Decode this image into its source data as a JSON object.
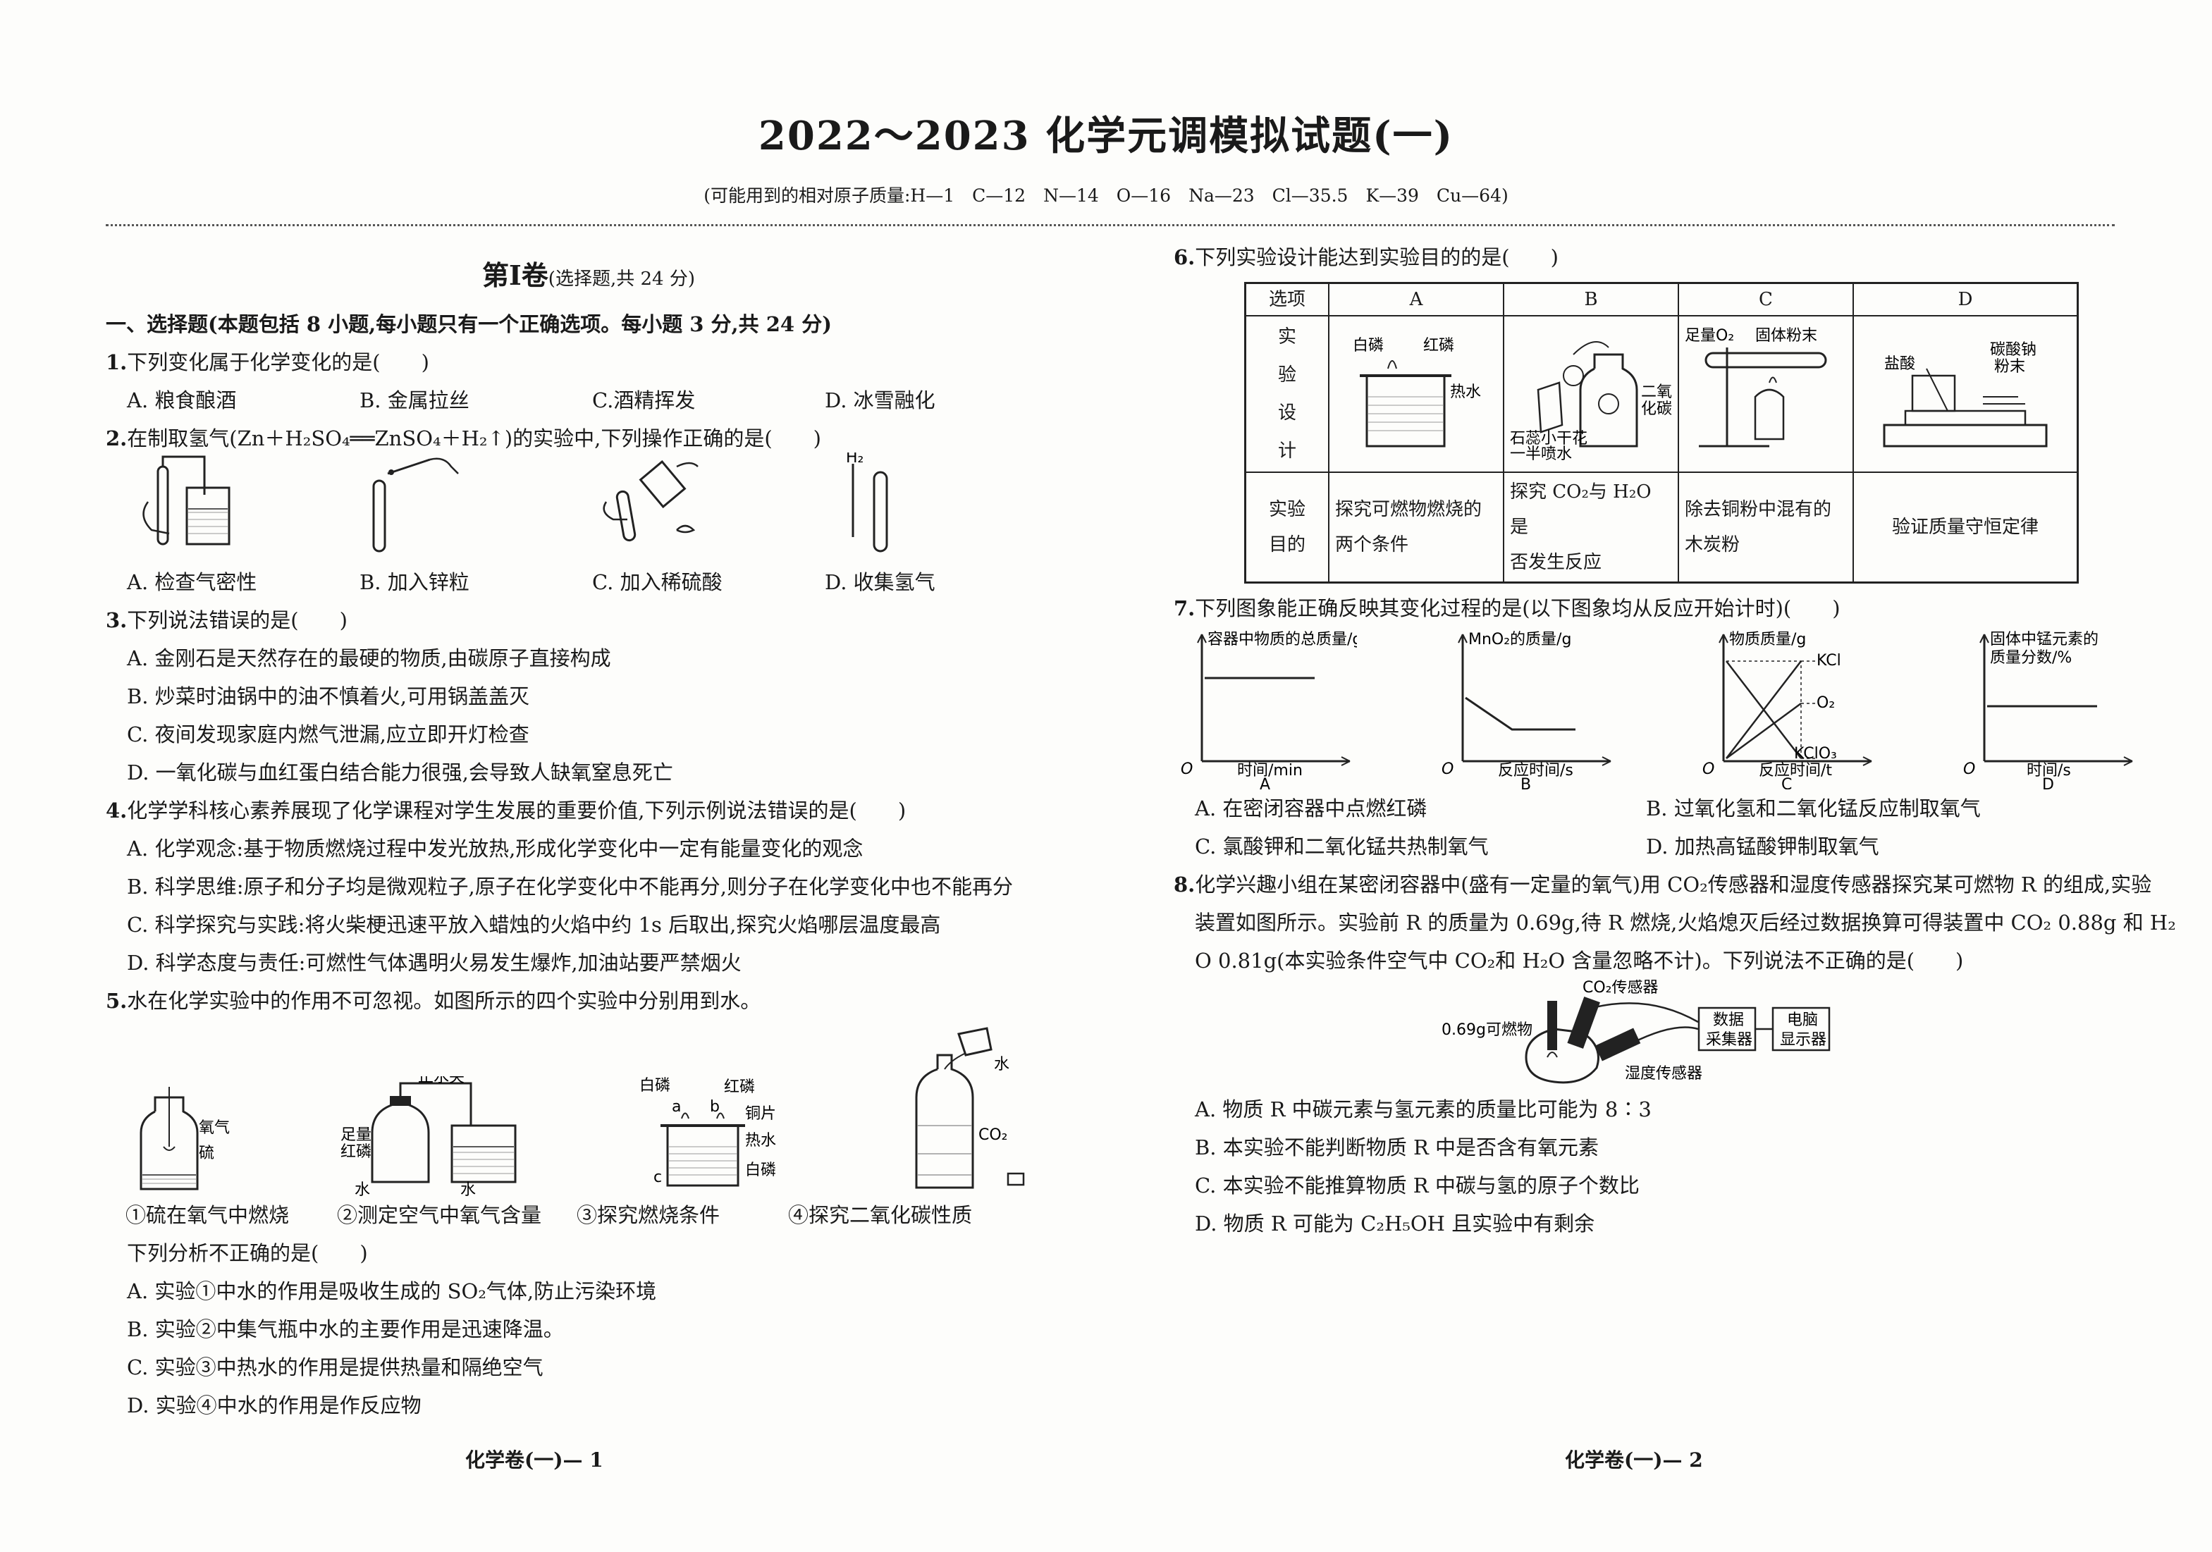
{
  "header": {
    "title": "2022～2023 化学元调模拟试题(一)",
    "atomic_masses": "(可能用到的相对原子质量:H—1　C—12　N—14　O—16　Na—23　Cl—35.5　K—39　Cu—64)"
  },
  "part1": {
    "title": "第Ⅰ卷",
    "subtitle": "(选择题,共 24 分)",
    "section": "一、选择题(本题包括 8 小题,每小题只有一个正确选项。每小题 3 分,共 24 分)"
  },
  "q1": {
    "num": "1.",
    "stem": "下列变化属于化学变化的是(　　)",
    "options": [
      "A. 粮食酿酒",
      "B. 金属拉丝",
      "C.酒精挥发",
      "D. 冰雪融化"
    ]
  },
  "q2": {
    "num": "2.",
    "stem": "在制取氢气(Zn＋H₂SO₄══ZnSO₄＋H₂↑)的实验中,下列操作正确的是(　　)",
    "options": [
      "A. 检查气密性",
      "B. 加入锌粒",
      "C. 加入稀硫酸",
      "D. 收集氢气"
    ],
    "fig_label_h2": "H₂"
  },
  "q3": {
    "num": "3.",
    "stem": "下列说法错误的是(　　)",
    "options": [
      "A. 金刚石是天然存在的最硬的物质,由碳原子直接构成",
      "B. 炒菜时油锅中的油不慎着火,可用锅盖盖灭",
      "C. 夜间发现家庭内燃气泄漏,应立即开灯检查",
      "D. 一氧化碳与血红蛋白结合能力很强,会导致人缺氧窒息死亡"
    ]
  },
  "q4": {
    "num": "4.",
    "stem": "化学学科核心素养展现了化学课程对学生发展的重要价值,下列示例说法错误的是(　　)",
    "options": [
      "A. 化学观念:基于物质燃烧过程中发光放热,形成化学变化中一定有能量变化的观念",
      "B. 科学思维:原子和分子均是微观粒子,原子在化学变化中不能再分,则分子在化学变化中也不能再分",
      "C. 科学探究与实践:将火柴梗迅速平放入蜡烛的火焰中约 1s 后取出,探究火焰哪层温度最高",
      "D. 科学态度与责任:可燃性气体遇明火易发生爆炸,加油站要严禁烟火"
    ]
  },
  "q5": {
    "num": "5.",
    "stem": "水在化学实验中的作用不可忽视。如图所示的四个实验中分别用到水。",
    "fig_captions": [
      "①硫在氧气中燃烧",
      "②测定空气中氧气含量",
      "③探究燃烧条件",
      "④探究二氧化碳性质"
    ],
    "fig_labels": {
      "oxygen": "氧气",
      "sulfur": "硫",
      "clamp": "止水夹",
      "enough": "足量",
      "red_p": "红磷",
      "water": "水",
      "white_p": "白磷",
      "copper": "铜片",
      "hot_water": "热水",
      "co2": "CO₂",
      "a": "a",
      "b": "b",
      "c": "c"
    },
    "sub_stem": "下列分析不正确的是(　　)",
    "options": [
      "A. 实验①中水的作用是吸收生成的 SO₂气体,防止污染环境",
      "B. 实验②中集气瓶中水的主要作用是迅速降温。",
      "C. 实验③中热水的作用是提供热量和隔绝空气",
      "D. 实验④中水的作用是作反应物"
    ]
  },
  "q6": {
    "num": "6.",
    "stem": "下列实验设计能达到实验目的的是(　　)",
    "table": {
      "header": [
        "选项",
        "A",
        "B",
        "C",
        "D"
      ],
      "row1_label": "实验设计",
      "row1_label_chars": [
        "实",
        "验",
        "设",
        "计"
      ],
      "fig_labels": {
        "white_p": "白磷",
        "red_p": "红磷",
        "hot_water": "热水",
        "flower": "石蕊小干花一半喷水",
        "flower1": "石蕊小干花",
        "flower2": "一半喷水",
        "co2": "二氧化碳",
        "co2_1": "二氧",
        "co2_2": "化碳",
        "o2": "足量O₂",
        "powder": "固体粉末",
        "hcl": "盐酸",
        "na2co3_1": "碳酸钠",
        "na2co3_2": "粉末"
      },
      "row2_label_chars": [
        "实验",
        "目的"
      ],
      "purposes": [
        "探究可燃物燃烧的两个条件",
        "探究 CO₂与 H₂O 是否发生反应",
        "除去铜粉中混有的木炭粉",
        "验证质量守恒定律"
      ],
      "purposes_lines": [
        [
          "探究可燃物燃烧的",
          "两个条件"
        ],
        [
          "探究 CO₂与 H₂O 是",
          "否发生反应"
        ],
        [
          "除去铜粉中混有的",
          "木炭粉"
        ],
        [
          "验证质量守恒定律"
        ]
      ]
    }
  },
  "q7": {
    "num": "7.",
    "stem": "下列图象能正确反映其变化过程的是(以下图象均从反应开始计时)(　　)",
    "graphs": [
      {
        "letter": "A",
        "ylabel": "容器中物质的总质量/g",
        "xlabel": "时间/min"
      },
      {
        "letter": "B",
        "ylabel": "MnO₂的质量/g",
        "xlabel": "反应时间/s"
      },
      {
        "letter": "C",
        "ylabel": "物质质量/g",
        "xlabel": "反应时间/t",
        "curves": [
          "KCl",
          "O₂",
          "KClO₃"
        ]
      },
      {
        "letter": "D",
        "ylabel": "固体中锰元素的质量分数/%",
        "ylabel1": "固体中锰元素的",
        "ylabel2": "质量分数/%",
        "xlabel": "时间/s"
      }
    ],
    "origin": "O",
    "options": [
      "A. 在密闭容器中点燃红磷",
      "B. 过氧化氢和二氧化锰反应制取氧气",
      "C. 氯酸钾和二氧化锰共热制氧气",
      "D. 加热高锰酸钾制取氧气"
    ]
  },
  "q8": {
    "num": "8.",
    "stem_lines": [
      "化学兴趣小组在某密闭容器中(盛有一定量的氧气)用 CO₂传感器和湿度传感器探究某可燃物 R 的组成,实验",
      "装置如图所示。实验前 R 的质量为 0.69g,待 R 燃烧,火焰熄灭后经过数据换算可得装置中 CO₂ 0.88g 和 H₂",
      "O 0.81g(本实验条件空气中 CO₂和 H₂O 含量忽略不计)。下列说法不正确的是(　　)"
    ],
    "fig_labels": {
      "co2_sensor": "CO₂传感器",
      "combustible": "0.69g可燃物",
      "data1": "数据",
      "data2": "采集器",
      "pc1": "电脑",
      "pc2": "显示器",
      "humidity": "湿度传感器"
    },
    "options": [
      "A. 物质 R 中碳元素与氢元素的质量比可能为 8∶3",
      "B. 本实验不能判断物质 R 中是否含有氧元素",
      "C. 本实验不能推算物质 R 中碳与氢的原子个数比",
      "D. 物质 R 可能为 C₂H₅OH 且实验中有剩余"
    ]
  },
  "footer": {
    "left": "化学卷(一)— 1",
    "right": "化学卷(一)—  2"
  }
}
